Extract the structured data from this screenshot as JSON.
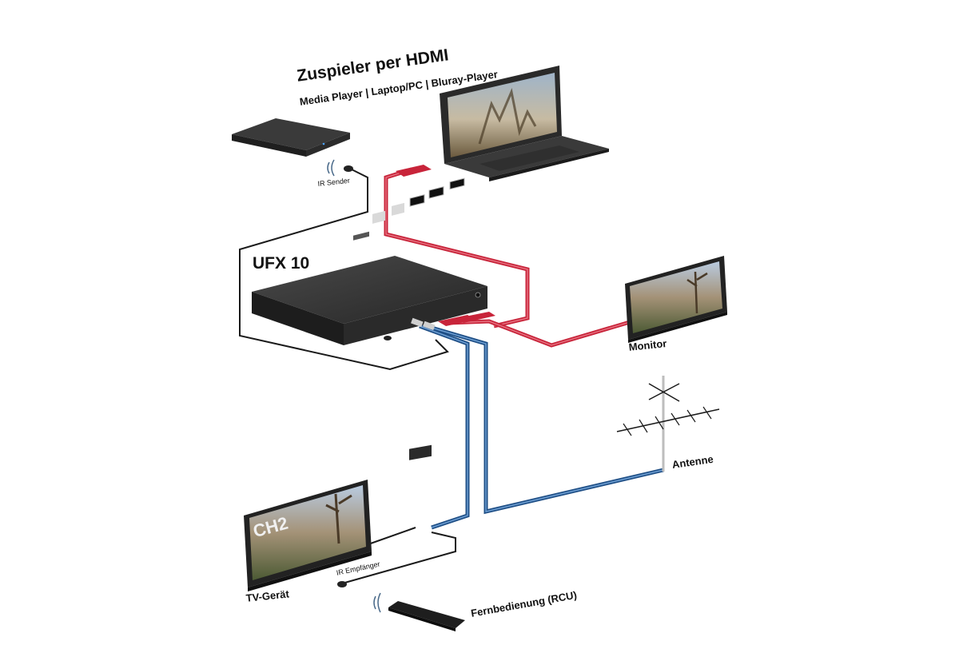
{
  "header": {
    "title": "Zuspieler per HDMI",
    "subtitle": "Media Player | Laptop/PC | Bluray-Player"
  },
  "labels": {
    "ufx": "UFX 10",
    "ir_sender": "IR Sender",
    "monitor": "Monitor",
    "antenne": "Antenne",
    "tv": "TV-Gerät",
    "ir_receiver": "IR Empfänger",
    "remote": "Fernbedienung (RCU)",
    "channel": "CH2"
  },
  "colors": {
    "hdmi_cable": "#c8243a",
    "coax_cable": "#1f4f86",
    "ir_cable": "#1a1a1a",
    "device_body": "#2b2b2b"
  }
}
